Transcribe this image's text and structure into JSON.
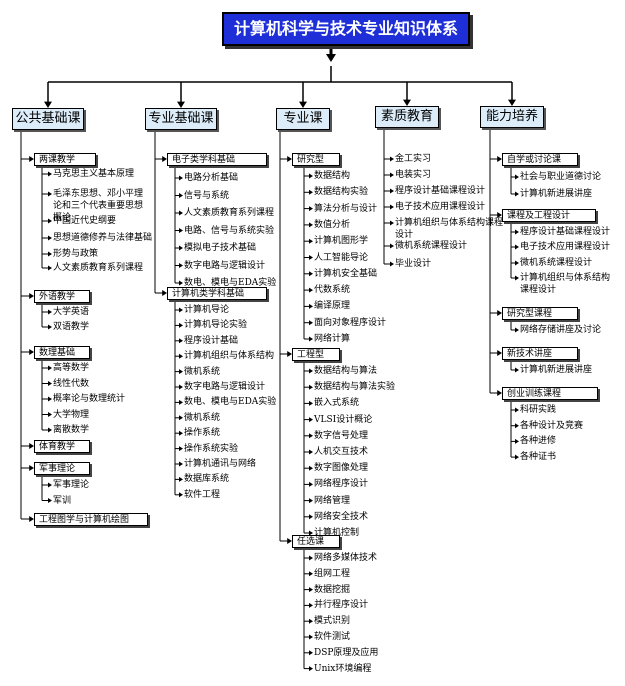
{
  "title": "计算机科学与技术专业知识体系",
  "categories": [
    {
      "label": "公共基础课",
      "groups": [
        {
          "label": "两课教学",
          "items": [
            "马克思主义基本原理",
            "毛泽东思想、邓小平理论和三个代表重要思想概论",
            "中国近代史纲要",
            "思想道德修养与法律基础",
            "形势与政策",
            "人文素质教育系列课程"
          ]
        },
        {
          "label": "外语教学",
          "items": [
            "大学英语",
            "双语教学"
          ]
        },
        {
          "label": "数理基础",
          "items": [
            "高等数学",
            "线性代数",
            "概率论与数理统计",
            "大学物理",
            "离散数学"
          ]
        },
        {
          "label": "体育教学",
          "items": []
        },
        {
          "label": "军事理论",
          "items": [
            "军事理论",
            "军训"
          ]
        },
        {
          "label": "工程图学与计算机绘图",
          "items": []
        }
      ]
    },
    {
      "label": "专业基础课",
      "groups": [
        {
          "label": "电子类学科基础",
          "items": [
            "电路分析基础",
            "信号与系统",
            "人文素质教育系列课程",
            "电路、信号与系统实验",
            "模拟电子技术基础",
            "数字电路与逻辑设计",
            "数电、模电与EDA实验"
          ]
        },
        {
          "label": "计算机类学科基础",
          "items": [
            "计算机导论",
            "计算机导论实验",
            "程序设计基础",
            "计算机组织与体系结构",
            "微机系统",
            "数字电路与逻辑设计",
            "数电、模电与EDA实验",
            "微机系统",
            "操作系统",
            "操作系统实验",
            "计算机通讯与网络",
            "数据库系统",
            "软件工程"
          ]
        }
      ]
    },
    {
      "label": "专业课",
      "groups": [
        {
          "label": "研究型",
          "items": [
            "数据结构",
            "数据结构实验",
            "算法分析与设计",
            "数值分析",
            "计算机图形学",
            "人工智能导论",
            "计算机安全基础",
            "代数系统",
            "编译原理",
            "面向对象程序设计",
            "网络计算"
          ]
        },
        {
          "label": "工程型",
          "items": [
            "数据结构与算法",
            "数据结构与算法实验",
            "嵌入式系统",
            "VLSI设计概论",
            "数字信号处理",
            "人机交互技术",
            "数字图像处理",
            "网络程序设计",
            "网络管理",
            "网络安全技术",
            "计算机控制"
          ]
        },
        {
          "label": "任选课",
          "items": [
            "网络多媒体技术",
            "组网工程",
            "数据挖掘",
            "并行程序设计",
            "模式识别",
            "软件测试",
            "DSP原理及应用",
            "Unix环境编程"
          ]
        }
      ]
    },
    {
      "label": "素质教育",
      "items": [
        "金工实习",
        "电装实习",
        "程序设计基础课程设计",
        "电子技术应用课程设计",
        "计算机组织与体系结构课程设计",
        "微机系统课程设计",
        "毕业设计"
      ]
    },
    {
      "label": "能力培养",
      "groups": [
        {
          "label": "自学或讨论课",
          "items": [
            "社会与职业道德讨论",
            "计算机新进展讲座"
          ]
        },
        {
          "label": "课程及工程设计",
          "items": [
            "程序设计基础课程设计",
            "电子技术应用课程设计",
            "微机系统课程设计",
            "计算机组织与体系结构课程设计"
          ]
        },
        {
          "label": "研究型课程",
          "items": [
            "网络存储讲座及讨论"
          ]
        },
        {
          "label": "新技术讲座",
          "items": [
            "计算机新进展讲座"
          ]
        },
        {
          "label": "创业训练课程",
          "items": [
            "科研实践",
            "各种设计及竞赛",
            "各种进修",
            "各种证书"
          ]
        }
      ]
    }
  ]
}
